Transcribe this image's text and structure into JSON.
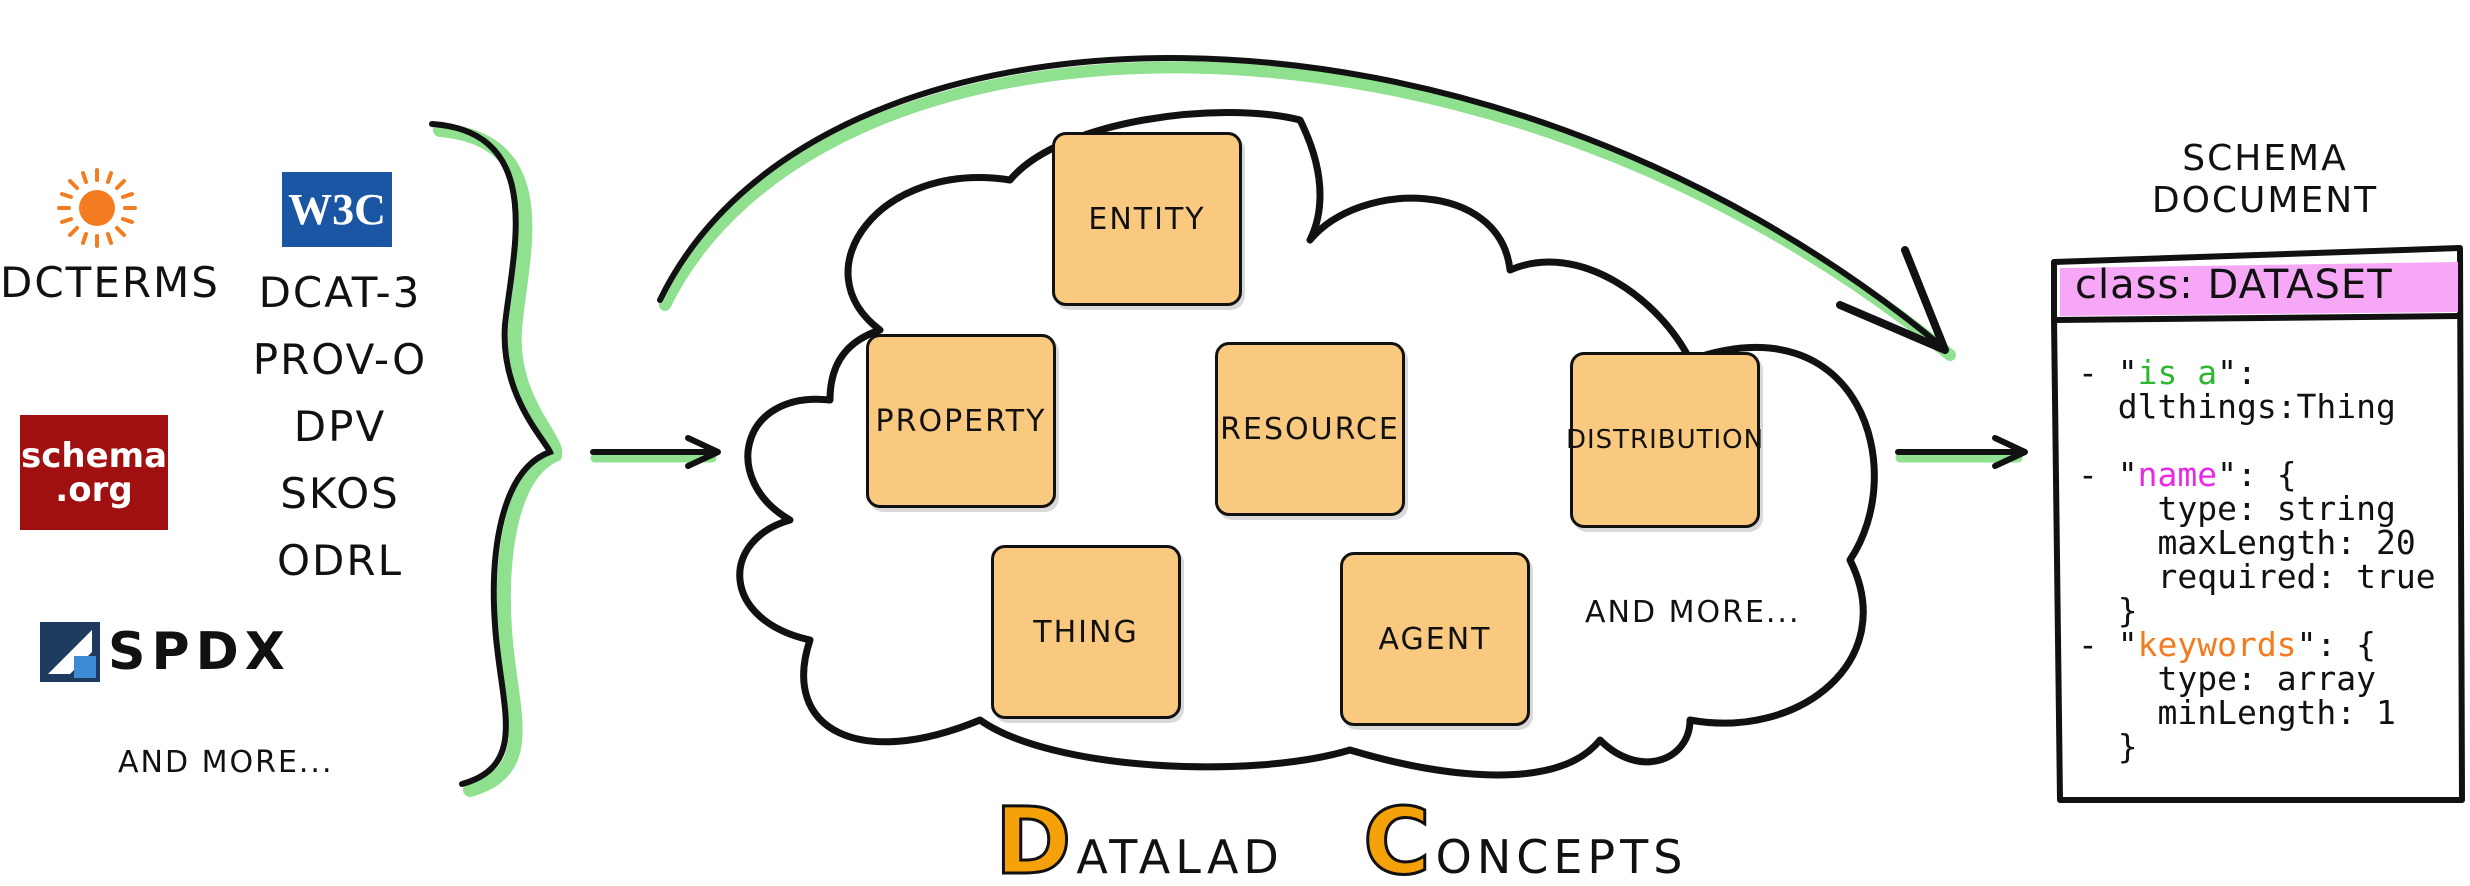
{
  "sources": {
    "dcterms": "DCTERMS",
    "w3c_logo_text": "W3C",
    "schema_logo_line1": "schema",
    "schema_logo_line2": ".org",
    "spdx": "SPDX",
    "vocabularies": [
      "DCAT-3",
      "PROV-O",
      "DPV",
      "SKOS",
      "ODRL"
    ],
    "more": "AND MORE..."
  },
  "concepts": {
    "items": [
      "ENTITY",
      "PROPERTY",
      "RESOURCE",
      "DISTRIBUTION",
      "THING",
      "AGENT"
    ],
    "more": "AND MORE...",
    "title_part1_initial": "D",
    "title_part1_rest": "ATALAD",
    "title_part2_initial": "C",
    "title_part2_rest": "ONCEPTS"
  },
  "schema_document": {
    "title_line1": "SCHEMA",
    "title_line2": "DOCUMENT",
    "class_label": "class: DATASET",
    "isa_key": "is a",
    "isa_value": "dlthings:Thing",
    "name_key": "name",
    "name_type": "type: string",
    "name_maxlength": "maxLength: 20",
    "name_required": "required: true",
    "keywords_key": "keywords",
    "keywords_type": "type: array",
    "keywords_minlength": "minLength: 1"
  },
  "colors": {
    "concept_fill": "#f9c97f",
    "accent_green": "#8fe08f",
    "class_highlight": "#f6a8f6",
    "title_orange": "#f5a10a",
    "w3c_blue": "#1a56a3",
    "schema_red": "#a01010",
    "sun_orange": "#f47b20"
  }
}
